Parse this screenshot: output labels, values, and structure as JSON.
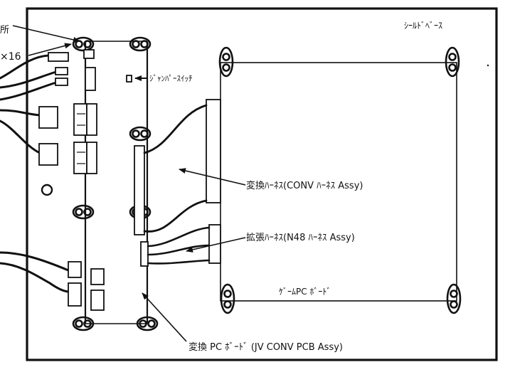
{
  "labels": {
    "shield_base": "ｼｰﾙﾄﾞﾍﾞｰｽ",
    "jumper_switch": "ｼﾞｬﾝﾊﾟｰｽｲｯﾁ",
    "conv_harness": "変換ﾊｰﾈｽ(CONV ﾊｰﾈｽ Assy)",
    "expansion_harness": "拡張ﾊｰﾈｽ(N48 ﾊｰﾈｽ Assy)",
    "game_pc_board": "ｹﾞｰﾑPC ﾎﾞｰﾄﾞ",
    "conv_pc_board": "変換 PC ﾎﾞｰﾄﾞ (JV CONV PCB Assy)",
    "cut_location": "所",
    "cut_quantity": "×16"
  },
  "colors": {
    "line": "#111111",
    "background": "#ffffff"
  }
}
